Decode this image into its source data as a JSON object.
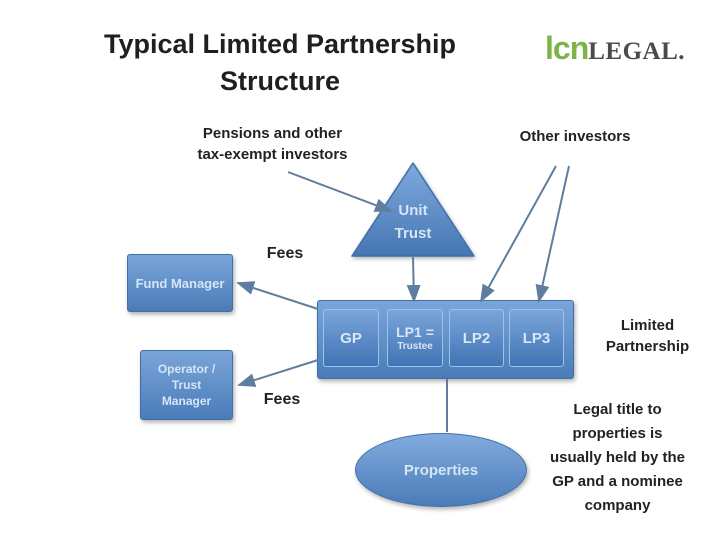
{
  "slide": {
    "title": "Typical Limited Partnership Structure",
    "logo": {
      "part1": "lcn",
      "part2": "LEGAL."
    }
  },
  "labels": {
    "pensions": "Pensions and other\ntax-exempt investors",
    "other_investors": "Other investors",
    "fees_top": "Fees",
    "fees_bottom": "Fees",
    "limited_partnership": "Limited\nPartnership",
    "legal_title": "Legal title to\nproperties is\nusually held by the\nGP and a nominee\ncompany"
  },
  "nodes": {
    "unit_trust": "Unit\nTrust",
    "fund_manager": "Fund Manager",
    "operator": "Operator /\nTrust\nManager",
    "gp": "GP",
    "lp1_line1": "LP1 =",
    "lp1_line2": "Trustee",
    "lp2": "LP2",
    "lp3": "LP3",
    "properties": "Properties"
  },
  "palette": {
    "node_fill_top": "#7aa5da",
    "node_fill_bottom": "#4a7cb8",
    "node_border": "#3f6fa8",
    "inner_border": "#9fc0e8",
    "node_text": "#d5e5f6",
    "arrow": "#5f7e9e",
    "logo_green": "#7db446",
    "logo_gray": "#4a4a4c",
    "text_dark": "#1f1f1f"
  }
}
